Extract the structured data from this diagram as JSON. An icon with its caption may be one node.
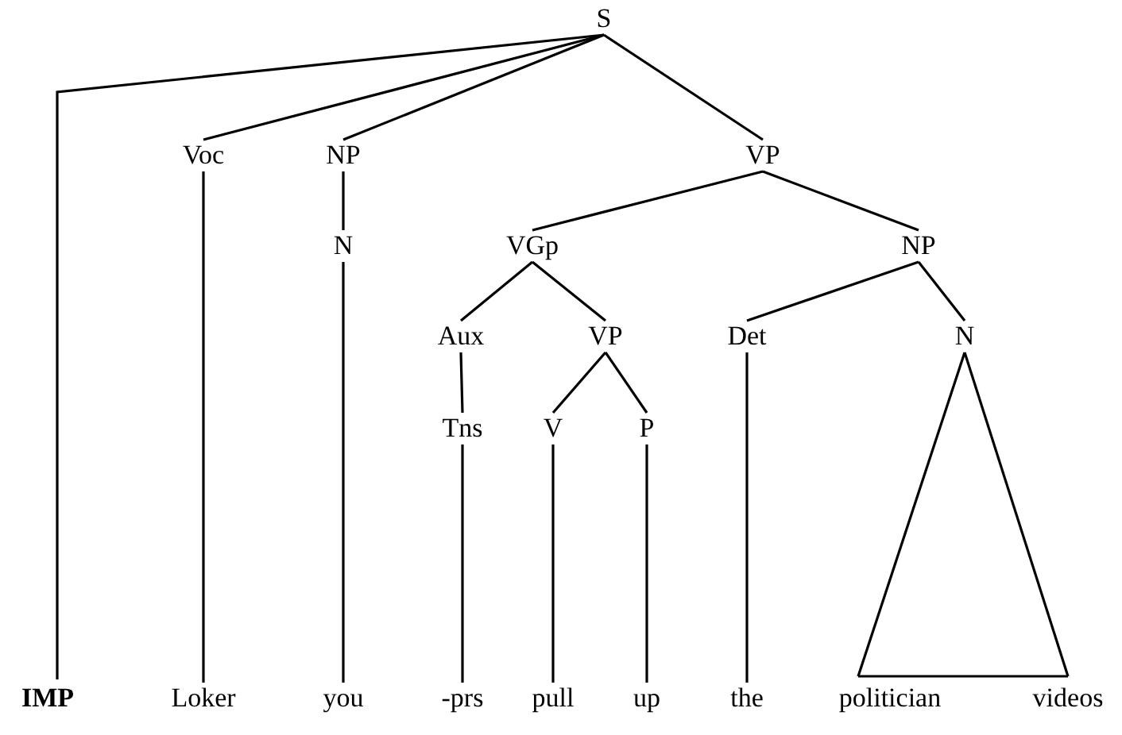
{
  "diagram": {
    "nodes": [
      {
        "text": [
          "S"
        ]
      },
      {
        "text": [
          "IMP"
        ]
      },
      {
        "text": [
          "Voc"
        ]
      },
      {
        "text": [
          "NP"
        ]
      },
      {
        "text": [
          "VP"
        ]
      },
      {
        "text": [
          "N"
        ]
      },
      {
        "text": [
          "VGp"
        ]
      },
      {
        "text": [
          "NP"
        ]
      },
      {
        "text": [
          "Aux"
        ]
      },
      {
        "text": [
          "VP"
        ]
      },
      {
        "text": [
          "Det"
        ]
      },
      {
        "text": [
          "N"
        ]
      },
      {
        "text": [
          "Tns"
        ]
      },
      {
        "text": [
          "V"
        ]
      },
      {
        "text": [
          "P"
        ]
      },
      {
        "text": [
          "Loker"
        ]
      },
      {
        "text": [
          "you"
        ]
      },
      {
        "text": [
          "-prs"
        ]
      },
      {
        "text": [
          "pull"
        ]
      },
      {
        "text": [
          "up"
        ]
      },
      {
        "text": [
          "the"
        ]
      },
      {
        "text": [
          "politician"
        ]
      },
      {
        "text": [
          "videos"
        ]
      }
    ],
    "edges": [
      {
        "from": 0,
        "to": 1,
        "arrow": "none"
      },
      {
        "from": 0,
        "to": 2,
        "arrow": "none"
      },
      {
        "from": 0,
        "to": 3,
        "arrow": "none"
      },
      {
        "from": 0,
        "to": 4,
        "arrow": "none"
      },
      {
        "from": 2,
        "to": 15,
        "arrow": "none"
      },
      {
        "from": 3,
        "to": 5,
        "arrow": "none"
      },
      {
        "from": 5,
        "to": 16,
        "arrow": "none"
      },
      {
        "from": 4,
        "to": 6,
        "arrow": "none"
      },
      {
        "from": 4,
        "to": 7,
        "arrow": "none"
      },
      {
        "from": 6,
        "to": 8,
        "arrow": "none"
      },
      {
        "from": 6,
        "to": 9,
        "arrow": "none"
      },
      {
        "from": 8,
        "to": 12,
        "arrow": "none"
      },
      {
        "from": 12,
        "to": 17,
        "arrow": "none"
      },
      {
        "from": 9,
        "to": 13,
        "arrow": "none"
      },
      {
        "from": 9,
        "to": 14,
        "arrow": "none"
      },
      {
        "from": 13,
        "to": 18,
        "arrow": "none"
      },
      {
        "from": 14,
        "to": 19,
        "arrow": "none"
      },
      {
        "from": 7,
        "to": 10,
        "arrow": "none"
      },
      {
        "from": 7,
        "to": 11,
        "arrow": "none"
      },
      {
        "from": 10,
        "to": 20,
        "arrow": "none"
      },
      {
        "from": 11,
        "to": 21,
        "arrow": "none"
      },
      {
        "from": 11,
        "to": 22,
        "arrow": "none"
      }
    ]
  }
}
